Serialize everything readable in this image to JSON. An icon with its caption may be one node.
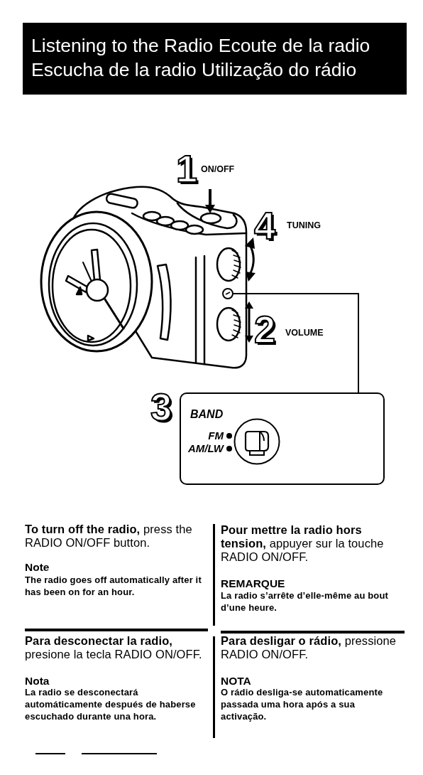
{
  "diagram": {
    "title": "Listening to the Radio Ecoute de la radio Escucha de la radio Utilização do rádio",
    "nodes": [
      {
        "text": [],
        "shape": "circle"
      },
      {
        "text": [
          "BAND",
          "FM",
          "AM/LW"
        ],
        "beside": [
          "3"
        ]
      }
    ],
    "edges": [
      {
        "from": 1,
        "to": 0,
        "arrow": "none"
      }
    ],
    "labels": [
      "1",
      "ON/OFF",
      "4",
      "TUNING",
      "2",
      "VOLUME",
      "**To turn off the radio,** press the RADIO ON/OFF button.",
      "Note",
      "The radio goes off automatically after it has been on for an hour.",
      "**Pour mettre la radio hors tension,** appuyer sur la touche RADIO ON/OFF.",
      "REMARQUE",
      "La radio s’arrête d’elle-même au bout d’une heure.",
      "**Para desconectar la radio,** presione la tecla RADIO ON/OFF.",
      "Nota",
      "La radio se desconectará automáticamente después de haberse escuchado durante una hora.",
      "**Para desligar o rádio,** pressione RADIO ON/OFF.",
      "NOTA",
      "O rádio desliga-se automaticamente passada uma hora após a sua activação."
    ]
  }
}
